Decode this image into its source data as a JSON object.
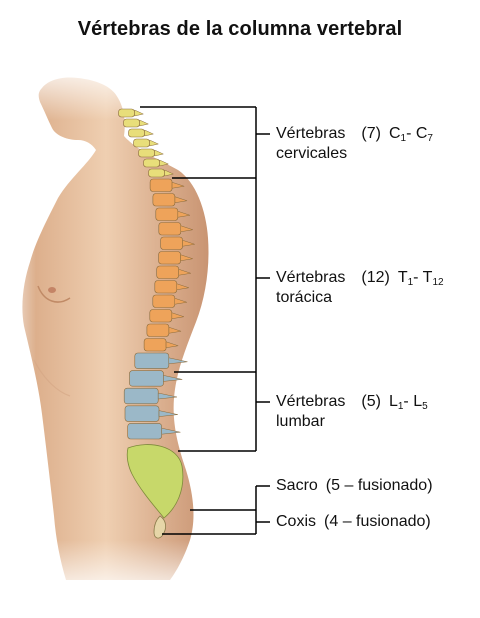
{
  "title": "Vértebras de la columna vertebral",
  "regions": [
    {
      "name": "Vértebras",
      "name2": "cervicales",
      "count": "(7)",
      "start_letter": "C",
      "start_num": "1",
      "sep": "- ",
      "end_letter": "C",
      "end_num": "7"
    },
    {
      "name": "Vértebras",
      "name2": "torácica",
      "count": "(12)",
      "start_letter": "T",
      "start_num": "1",
      "sep": "- ",
      "end_letter": "T",
      "end_num": "12"
    },
    {
      "name": "Vértebras",
      "name2": "lumbar",
      "count": "(5)",
      "start_letter": "L",
      "start_num": "1",
      "sep": "- ",
      "end_letter": "L",
      "end_num": "5"
    },
    {
      "name": "Sacro",
      "count": "(5 – fusionado)"
    },
    {
      "name": "Coxis",
      "count": "(4 – fusionado)"
    }
  ],
  "colors": {
    "skin": "#e9c3a2",
    "skin_shadow": "#c9946f",
    "cervical": "#e8de7a",
    "thoracic": "#eea35a",
    "lumbar": "#9bb8c8",
    "sacrum": "#c7d86a",
    "line": "#000000"
  }
}
